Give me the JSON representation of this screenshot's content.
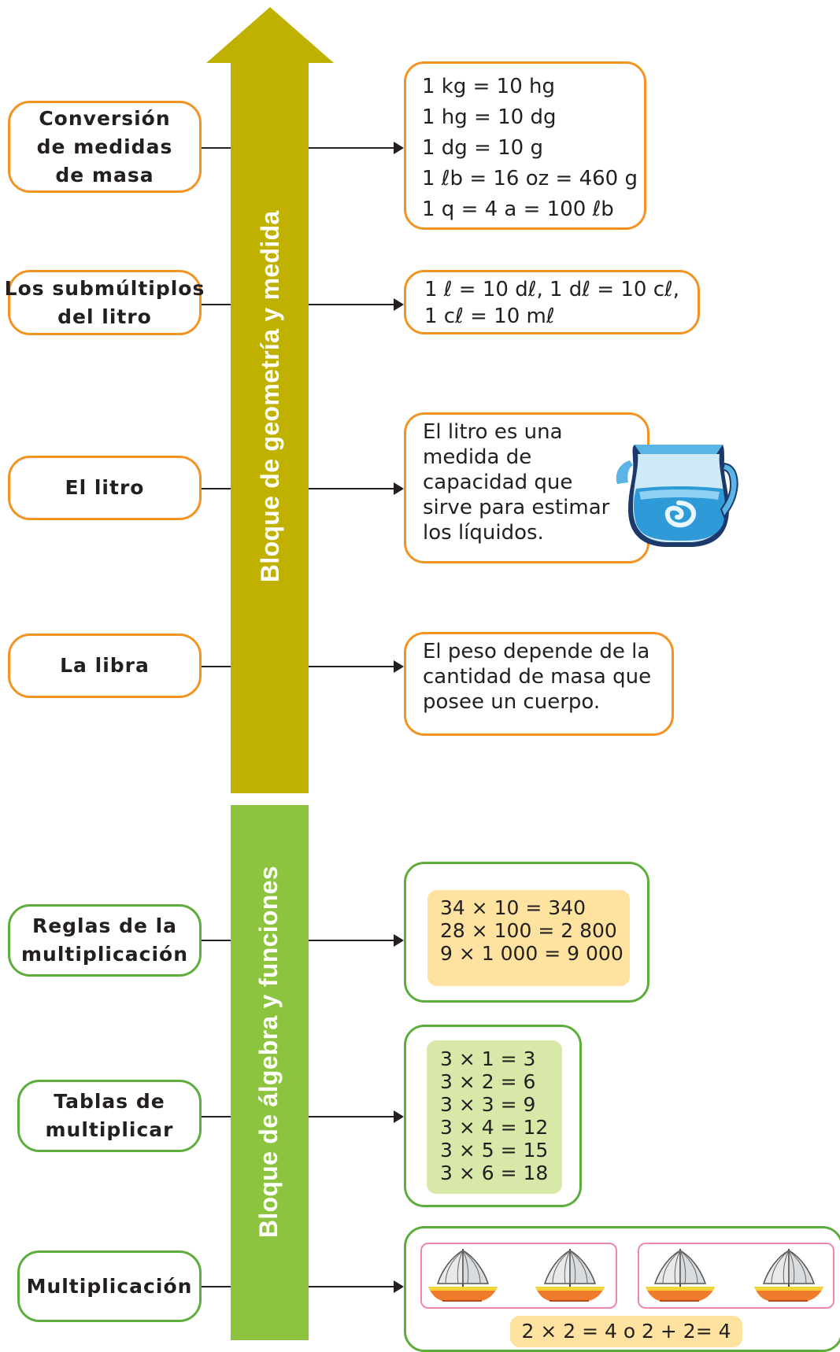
{
  "axes": {
    "geometry_label": "Bloque de geometría y medida",
    "algebra_label": "Bloque de álgebra y funciones",
    "geometry_color": "#c0b000",
    "algebra_color": "#8cc440"
  },
  "geometry_topics": [
    {
      "label": "Conversión de medidas de masa",
      "lines": [
        "Conversión",
        "de medidas",
        "de masa"
      ],
      "content_lines": [
        "1 kg = 10 hg",
        "1 hg = 10 dg",
        "1 dg = 10 g",
        "1 ℓb = 16 oz = 460 g",
        "1 q = 4 a = 100 ℓb"
      ]
    },
    {
      "label": "Los submúltiplos del litro",
      "lines": [
        "Los submúltiplos",
        "del litro"
      ],
      "content_lines": [
        "1 ℓ = 10 dℓ, 1 dℓ = 10 cℓ,",
        "1 cℓ = 10 mℓ"
      ]
    },
    {
      "label": "El litro",
      "lines": [
        "El litro"
      ],
      "content_lines": [
        "El litro es una",
        "medida de",
        "capacidad que",
        "sirve para estimar",
        "los líquidos."
      ],
      "image": "water-pitcher"
    },
    {
      "label": "La libra",
      "lines": [
        "La libra"
      ],
      "content_lines": [
        "El peso depende de la",
        "cantidad de masa que",
        "posee un cuerpo."
      ]
    }
  ],
  "algebra_topics": [
    {
      "label": "Reglas de la multiplicación",
      "lines": [
        "Reglas de la",
        "multiplicación"
      ],
      "content_lines": [
        "34 × 10 = 340",
        "28 × 100 = 2 800",
        "9 × 1 000 = 9 000"
      ]
    },
    {
      "label": "Tablas de multiplicar",
      "lines": [
        "Tablas de",
        "multiplicar"
      ],
      "content_lines": [
        "3 × 1 = 3",
        "3 × 2 = 6",
        "3 × 3 = 9",
        "3 × 4 = 12",
        "3 × 5 = 15",
        "3 × 6 = 18"
      ]
    },
    {
      "label": "Multiplicación",
      "lines": [
        "Multiplicación"
      ],
      "content_lines": [
        "2 × 2 = 4 o 2 + 2= 4"
      ],
      "image": "sailboat"
    }
  ],
  "colors": {
    "orange_border": "#f39322",
    "green_border": "#5cad3c",
    "peach_fill": "#fde39f",
    "light_green_fill": "#d8e8a8",
    "pink_border": "#ef86b2"
  }
}
